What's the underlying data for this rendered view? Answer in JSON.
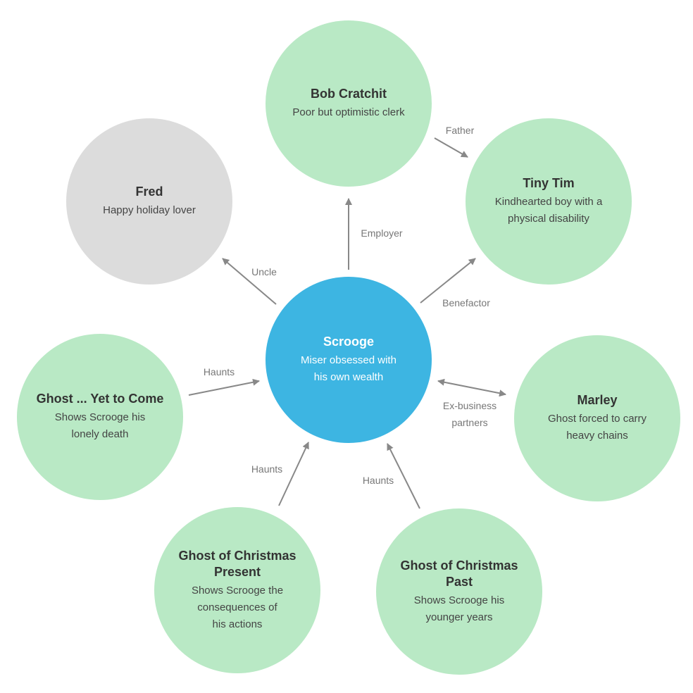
{
  "colors": {
    "center": "#3db5e2",
    "character": "#b9e9c5",
    "neutral": "#dcdcdc",
    "arrow": "#888888"
  },
  "nodes": {
    "scrooge": {
      "title": "Scrooge",
      "desc": "Miser obsessed with\nhis own wealth"
    },
    "bob": {
      "title": "Bob Cratchit",
      "desc": "Poor but optimistic clerk"
    },
    "tim": {
      "title": "Tiny Tim",
      "desc": "Kindhearted boy with a\nphysical disability"
    },
    "fred": {
      "title": "Fred",
      "desc": "Happy holiday lover"
    },
    "marley": {
      "title": "Marley",
      "desc": "Ghost forced to carry\nheavy chains"
    },
    "future": {
      "title": "Ghost ... Yet to Come",
      "desc": "Shows Scrooge his\nlonely death"
    },
    "present": {
      "title": "Ghost of Christmas\nPresent",
      "desc": "Shows Scrooge the\nconsequences of\nhis actions"
    },
    "past": {
      "title": "Ghost of Christmas\nPast",
      "desc": "Shows Scrooge his\nyounger years"
    }
  },
  "edges": {
    "employer": "Employer",
    "uncle": "Uncle",
    "benefactor": "Benefactor",
    "father": "Father",
    "ex_partners": "Ex-business\npartners",
    "haunts_future": "Haunts",
    "haunts_present": "Haunts",
    "haunts_past": "Haunts"
  }
}
